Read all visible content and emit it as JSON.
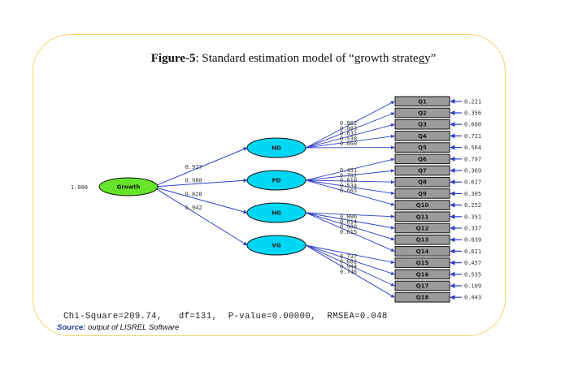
{
  "caption": {
    "figure_label": "Figure-5",
    "title": ": Standard estimation model of “growth strategy”"
  },
  "diagram": {
    "root": {
      "label": "Growth",
      "variance": "1.000",
      "color": "#66e52a"
    },
    "latent_color": "#00d7f5",
    "box_color": "#9b9b9b",
    "arrow_color": "#2f3ec8",
    "latents": [
      {
        "label": "ND",
        "loading": "0.927",
        "items": [
          0,
          1,
          2,
          3,
          4
        ],
        "item_loadings": [
          "0.862",
          "0.803",
          "0.632",
          "0.538",
          "0.660"
        ]
      },
      {
        "label": "PD",
        "loading": "0.980",
        "items": [
          5,
          6,
          7,
          8,
          9
        ],
        "item_loadings": [
          "0.451",
          "0.702",
          "0.610",
          "0.534",
          "0.665"
        ]
      },
      {
        "label": "HG",
        "loading": "0.828",
        "items": [
          10,
          11,
          12,
          13
        ],
        "item_loadings": [
          "0.806",
          "0.814",
          "0.980",
          "0.615"
        ]
      },
      {
        "label": "VG",
        "loading": "0.942",
        "items": [
          14,
          15,
          16,
          17
        ],
        "item_loadings": [
          "0.737",
          "0.682",
          "0.944",
          "0.746"
        ]
      }
    ],
    "indicators": [
      {
        "label": "Q1",
        "error": "0.221"
      },
      {
        "label": "Q2",
        "error": "0.356"
      },
      {
        "label": "Q3",
        "error": "0.600"
      },
      {
        "label": "Q4",
        "error": "0.711"
      },
      {
        "label": "Q5",
        "error": "0.564"
      },
      {
        "label": "Q6",
        "error": "0.797"
      },
      {
        "label": "Q7",
        "error": "0.369"
      },
      {
        "label": "Q8",
        "error": "0.627"
      },
      {
        "label": "Q9",
        "error": "0.305"
      },
      {
        "label": "Q10",
        "error": "0.252"
      },
      {
        "label": "Q11",
        "error": "0.351"
      },
      {
        "label": "Q12",
        "error": "0.337"
      },
      {
        "label": "Q13",
        "error": "0.039"
      },
      {
        "label": "Q14",
        "error": "0.621"
      },
      {
        "label": "Q15",
        "error": "0.457"
      },
      {
        "label": "Q16",
        "error": "0.535"
      },
      {
        "label": "Q17",
        "error": "0.109"
      },
      {
        "label": "Q18",
        "error": "0.443"
      }
    ]
  },
  "fit_stats": "Chi-Square=209.74,   df=131,  P-value=0.00000,  RMSEA=0.048",
  "source": {
    "label": "Source:",
    "text": " output of LISREL Software"
  }
}
